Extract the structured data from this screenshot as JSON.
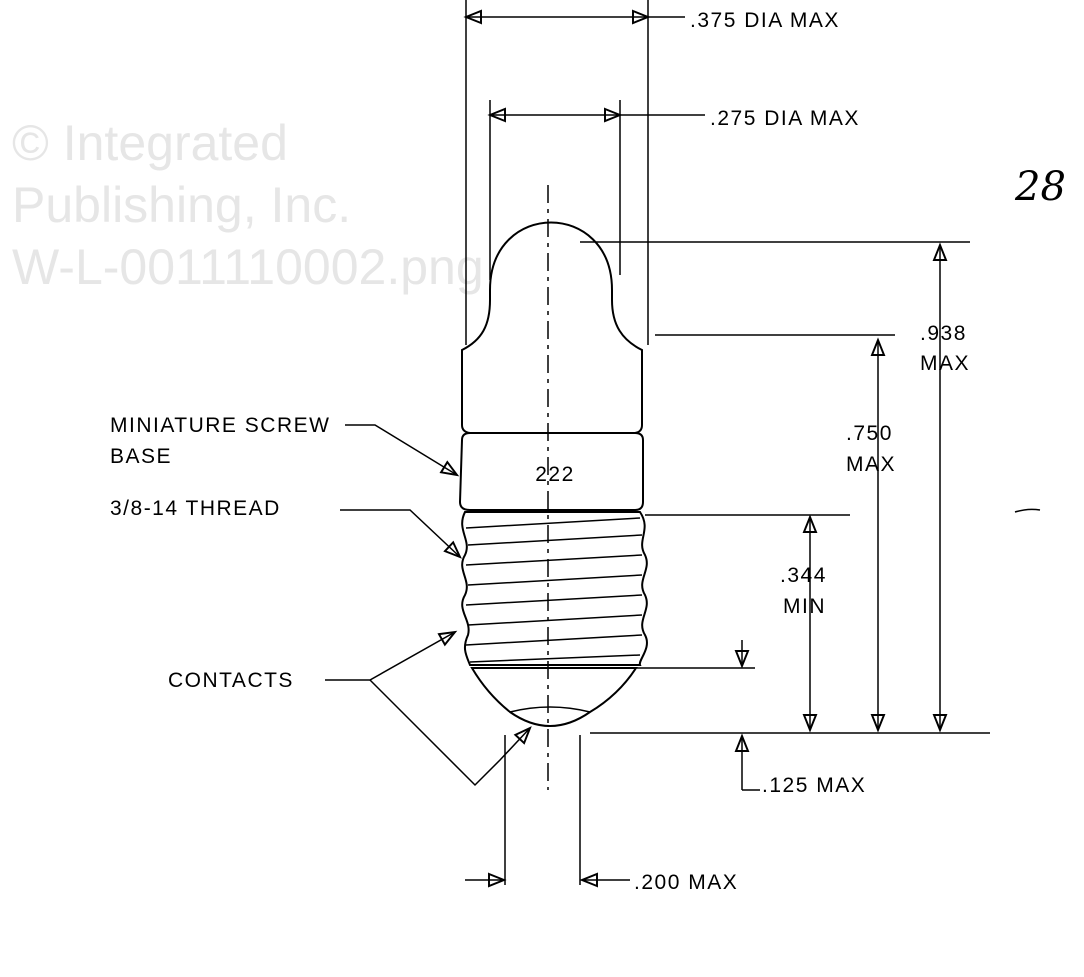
{
  "watermark": {
    "line1": "© Integrated",
    "line2": "Publishing, Inc.",
    "line3": "W-L-0011110002.png"
  },
  "page_number": "28",
  "part_number": "222",
  "labels": {
    "miniature_screw": "MINIATURE SCREW",
    "base": "BASE",
    "thread": "3/8-14 THREAD",
    "contacts": "CONTACTS"
  },
  "dimensions": {
    "dia_375": ".375 DIA MAX",
    "dia_275": ".275 DIA MAX",
    "h_938": ".938",
    "h_938_qual": "MAX",
    "h_750": ".750",
    "h_750_qual": "MAX",
    "h_344": ".344",
    "h_344_qual": "MIN",
    "h_125": ".125 MAX",
    "w_200": ".200 MAX"
  }
}
